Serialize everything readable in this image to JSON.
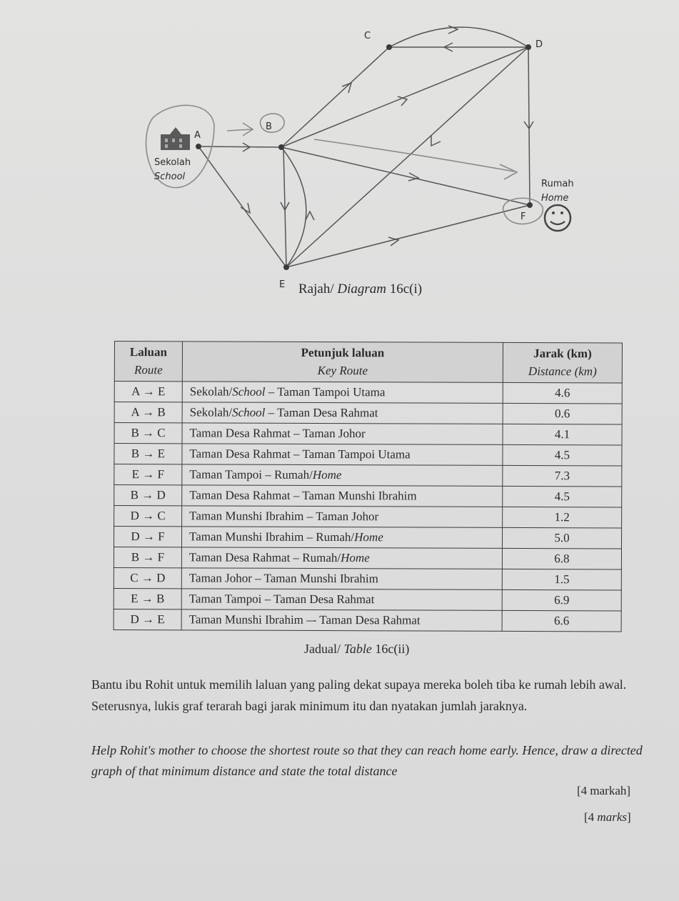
{
  "diagram": {
    "nodes": {
      "a": "A",
      "b": "B",
      "c": "C",
      "d": "D",
      "e": "E",
      "f": "F"
    },
    "school_ms": "Sekolah",
    "school_en": "School",
    "home_ms": "Rumah",
    "home_en": "Home",
    "caption_ms": "Rajah/",
    "caption_en": "Diagram",
    "caption_num": "16c(i)",
    "edges": [
      {
        "from": "A",
        "to": "B"
      },
      {
        "from": "A",
        "to": "E"
      },
      {
        "from": "B",
        "to": "C"
      },
      {
        "from": "B",
        "to": "D"
      },
      {
        "from": "B",
        "to": "E"
      },
      {
        "from": "E",
        "to": "B"
      },
      {
        "from": "B",
        "to": "F"
      },
      {
        "from": "C",
        "to": "D"
      },
      {
        "from": "D",
        "to": "C"
      },
      {
        "from": "D",
        "to": "F"
      },
      {
        "from": "D",
        "to": "E"
      },
      {
        "from": "E",
        "to": "F"
      }
    ]
  },
  "table": {
    "headers": {
      "route_ms": "Laluan",
      "route_en": "Route",
      "key_ms": "Petunjuk laluan",
      "key_en": "Key Route",
      "dist_ms": "Jarak (km)",
      "dist_en": "Distance (km)"
    },
    "rows": [
      {
        "route": "A → E",
        "d1": "Sekolah/",
        "d2": "School",
        "d3": "  – Taman Tampoi Utama",
        "dist": "4.6"
      },
      {
        "route": "A → B",
        "d1": "Sekolah/",
        "d2": "School",
        "d3": "  – Taman Desa Rahmat",
        "dist": "0.6"
      },
      {
        "route": "B → C",
        "d1": "Taman Desa Rahmat – Taman Johor",
        "d2": "",
        "d3": "",
        "dist": "4.1"
      },
      {
        "route": "B → E",
        "d1": "Taman Desa Rahmat – Taman Tampoi Utama",
        "d2": "",
        "d3": "",
        "dist": "4.5"
      },
      {
        "route": "E → F",
        "d1": "Taman Tampoi – Rumah/",
        "d2": "Home",
        "d3": "",
        "dist": "7.3"
      },
      {
        "route": "B → D",
        "d1": "Taman Desa Rahmat – Taman Munshi Ibrahim",
        "d2": "",
        "d3": "",
        "dist": "4.5"
      },
      {
        "route": "D → C",
        "d1": "Taman Munshi Ibrahim – Taman Johor",
        "d2": "",
        "d3": "",
        "dist": "1.2"
      },
      {
        "route": "D → F",
        "d1": "Taman Munshi Ibrahim – Rumah/",
        "d2": "Home",
        "d3": "",
        "dist": "5.0"
      },
      {
        "route": "B → F",
        "d1": "Taman Desa Rahmat – Rumah/",
        "d2": "Home",
        "d3": "",
        "dist": "6.8"
      },
      {
        "route": "C → D",
        "d1": "Taman Johor – Taman Munshi Ibrahim",
        "d2": "",
        "d3": "",
        "dist": "1.5"
      },
      {
        "route": "E → B",
        "d1": "Taman Tampoi – Taman Desa Rahmat",
        "d2": "",
        "d3": "",
        "dist": "6.9"
      },
      {
        "route": "D → E",
        "d1": "Taman Munshi Ibrahim –- Taman Desa Rahmat",
        "d2": "",
        "d3": "",
        "dist": "6.6"
      }
    ],
    "caption_ms": "Jadual/",
    "caption_en": "Table",
    "caption_num": "16c(ii)"
  },
  "question": {
    "ms": "Bantu ibu Rohit untuk memilih laluan yang paling dekat supaya mereka boleh tiba ke rumah lebih awal. Seterusnya, lukis graf terarah bagi jarak minimum itu dan nyatakan jumlah jaraknya.",
    "en": "Help Rohit's mother to choose the shortest route so that they can reach home early. Hence, draw a directed graph of that minimum distance and state the total distance",
    "marks_ms": "[4 markah]",
    "marks_en_open": "[4 ",
    "marks_en_word": "marks",
    "marks_en_close": "]"
  }
}
